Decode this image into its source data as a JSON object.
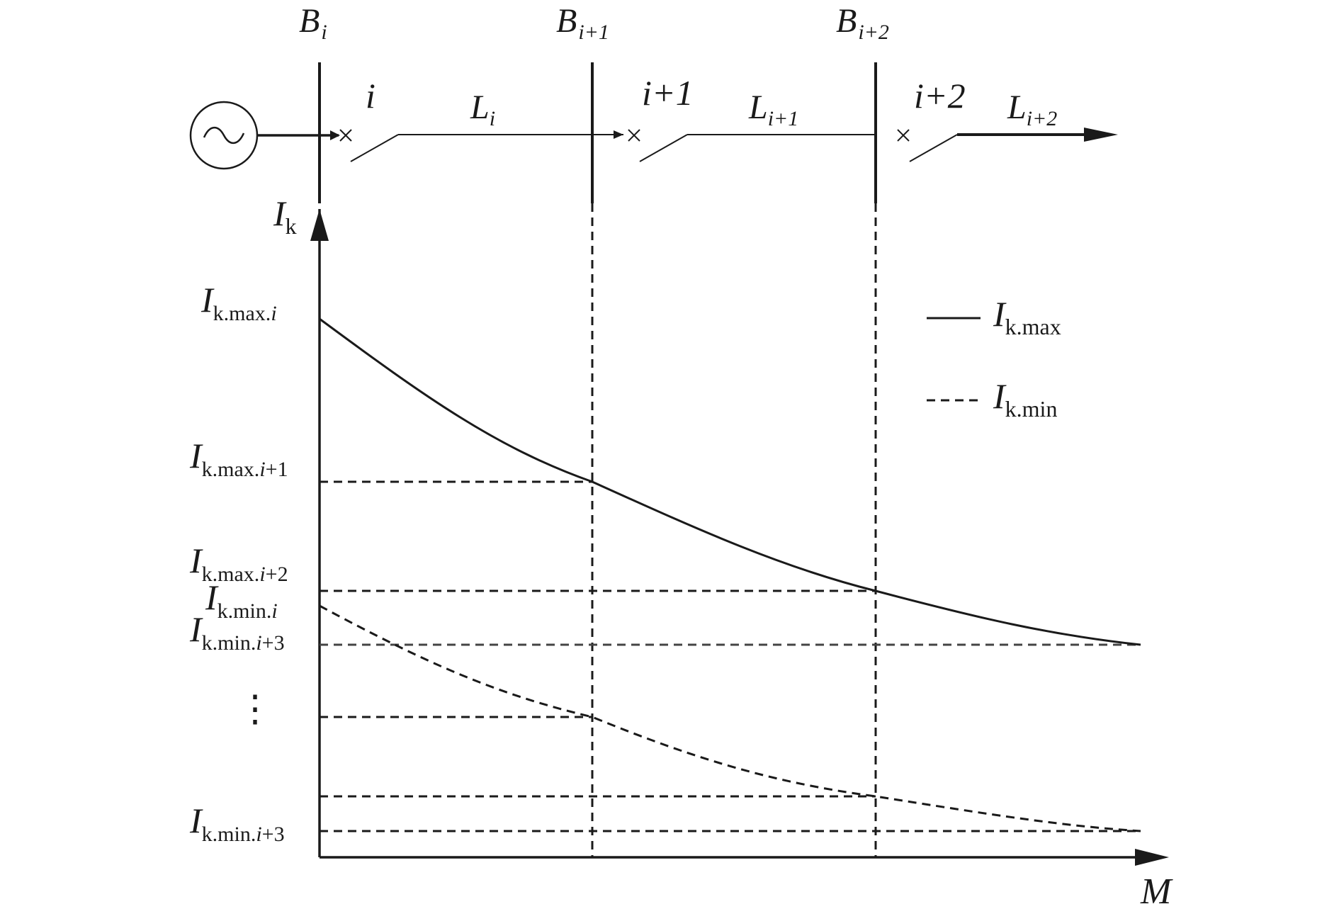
{
  "buses": [
    {
      "main": "B",
      "sub": "i"
    },
    {
      "main": "B",
      "sub": "i+1"
    },
    {
      "main": "B",
      "sub": "i+2"
    }
  ],
  "breakers": [
    "i",
    "i+1",
    "i+2"
  ],
  "lines": [
    {
      "main": "L",
      "sub": "i"
    },
    {
      "main": "L",
      "sub": "i+1"
    },
    {
      "main": "L",
      "sub": "i+2"
    }
  ],
  "axes": {
    "y": {
      "main": "I",
      "sub": "k"
    },
    "x": "M"
  },
  "y_labels": {
    "max_i": {
      "main": "I",
      "sub_rm": "k.max.",
      "sub_it": "i",
      "sub_tail": ""
    },
    "max_i1": {
      "main": "I",
      "sub_rm": "k.max.",
      "sub_it": "i",
      "sub_tail": "+1"
    },
    "max_i2": {
      "main": "I",
      "sub_rm": "k.max.",
      "sub_it": "i",
      "sub_tail": "+2"
    },
    "min_i": {
      "main": "I",
      "sub_rm": "k.min.",
      "sub_it": "i",
      "sub_tail": ""
    },
    "min_i3_upper": {
      "main": "I",
      "sub_rm": "k.min.",
      "sub_it": "i",
      "sub_tail": "+3"
    },
    "ellipsis": "⋮",
    "min_i3_lower": {
      "main": "I",
      "sub_rm": "k.min.",
      "sub_it": "i",
      "sub_tail": "+3"
    }
  },
  "legend": [
    {
      "style": "solid",
      "main": "I",
      "sub": "k.max"
    },
    {
      "style": "dashed",
      "main": "I",
      "sub": "k.min"
    }
  ],
  "colors": {
    "ink": "#1a1a1a",
    "background": "#ffffff"
  },
  "icons": {
    "source": "ac-source-icon",
    "breaker": "breaker-x-icon"
  }
}
